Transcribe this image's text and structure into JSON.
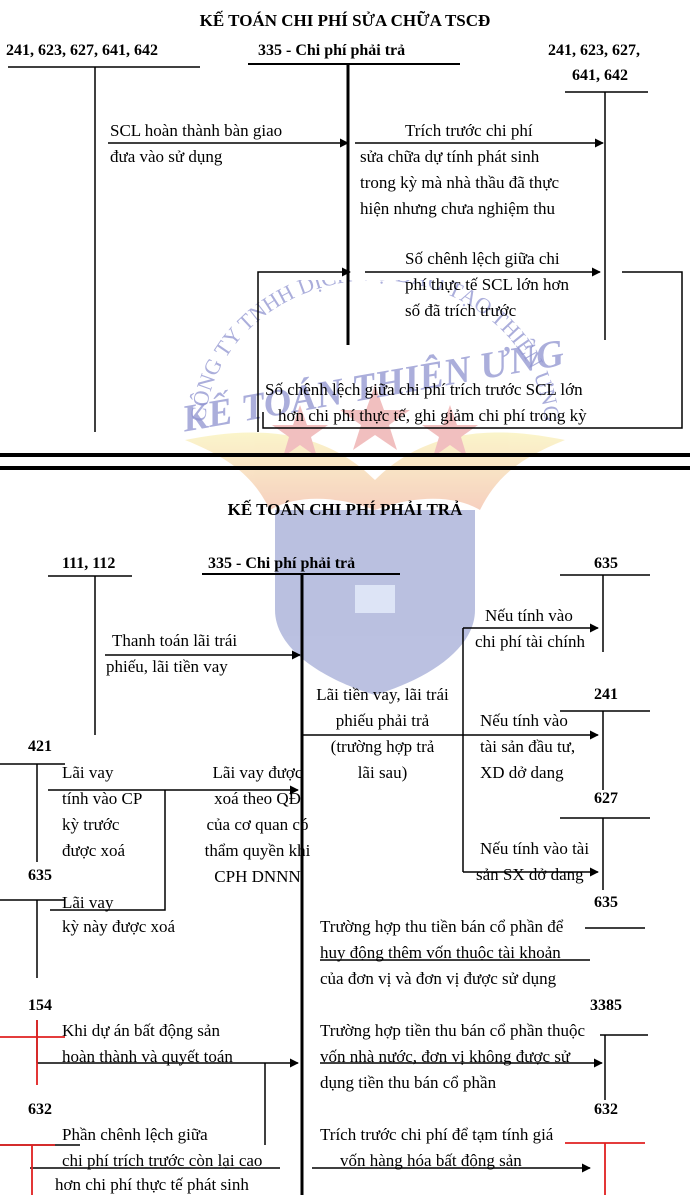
{
  "section1": {
    "title": "KẾ TOÁN CHI PHÍ SỬA CHỮA TSCĐ",
    "acc_left": "241, 623, 627, 641, 642",
    "acc_center": "335 - Chi phí phải trả",
    "acc_right_1": "241, 623, 627,",
    "acc_right_2": "641, 642",
    "flow_complete_1": "SCL hoàn thành bàn giao",
    "flow_complete_2": "đưa vào sử dụng",
    "flow_accrue_1": "Trích trước chi phí",
    "flow_accrue_2": "sửa chữa dự tính phát sinh",
    "flow_accrue_3": "trong kỳ mà nhà thầu đã thực",
    "flow_accrue_4": "hiện nhưng chưa nghiệm thu",
    "flow_excess_1": "Số chênh lệch giữa chi",
    "flow_excess_2": "phí thực tế SCL lớn hơn",
    "flow_excess_3": "số đã trích trước",
    "flow_reduce_1": "Số chênh lệch giữa chi phí trích trước SCL lớn",
    "flow_reduce_2": "hơn chi phí thực tế, ghi giảm chi phí trong kỳ"
  },
  "section2": {
    "title": "KẾ TOÁN CHI PHÍ PHẢI TRẢ",
    "acc_111": "111, 112",
    "acc_335": "335 - Chi phí phải trả",
    "acc_635_top": "635",
    "acc_241": "241",
    "acc_627": "627",
    "acc_635_right": "635",
    "acc_3385": "3385",
    "acc_632_right": "632",
    "acc_421": "421",
    "acc_635_left": "635",
    "acc_154": "154",
    "acc_632_left": "632",
    "pay_1": "Thanh toán lãi trái",
    "pay_2": "phiếu, lãi tiền vay",
    "fin_1": "Nếu tính vào",
    "fin_2": "chi phí tài chính",
    "interest_1": "Lãi tiền vay, lãi trái",
    "interest_2": "phiếu phải trả",
    "interest_3": "(trường hợp trả",
    "interest_4": "lãi sau)",
    "invest_1": "Nếu tính vào",
    "invest_2": "tài sản đầu tư,",
    "invest_3": "XD dở dang",
    "prod_1": "Nếu tính vào tài",
    "prod_2": "sản SX dở dang",
    "prior_1": "Lãi vay",
    "prior_2": "tính vào CP",
    "prior_3": "kỳ trước",
    "prior_4": "được xoá",
    "waive_1": "Lãi vay được",
    "waive_2": "xoá theo QĐ",
    "waive_3": "của cơ quan có",
    "waive_4": "thẩm quyền khi",
    "waive_5": "CPH DNNN",
    "current_1": "Lãi vay",
    "current_2": "kỳ này được xoá",
    "share_1": "Trường hợp thu tiền bán cổ phần để",
    "share_2": "huy động thêm vốn thuộc tài khoản",
    "share_3": "của đơn vị và đơn vị được sử dụng",
    "state_1": "Trường hợp tiền thu bán cổ phần thuộc",
    "state_2": "vốn nhà nước, đơn vị không được sử",
    "state_3": "dụng tiền thu bán cổ phần",
    "project_1": "Khi dự án bất động sản",
    "project_2": "hoàn thành và quyết toán",
    "accr_cost_1": "Trích trước chi phí để tạm tính giá",
    "accr_cost_2": "vốn hàng hóa bất động sản",
    "diff_1": "Phần chênh lệch giữa",
    "diff_2": "chi phí trích trước còn lại cao",
    "diff_3": "hơn chi phí thực tế phát sinh"
  },
  "watermark": {
    "arc_text": "CÔNG TY TNHH DỊCH VỤ ĐÀO TẠO THIÊN ƯNG",
    "brand": "KẾ TOÁN THIÊN ƯNG"
  },
  "colors": {
    "line": "#000000",
    "red_line": "#e02020",
    "watermark_text": "#8f93d0",
    "watermark_star": "#d94a4a",
    "watermark_shield": "#3b4ea8"
  }
}
